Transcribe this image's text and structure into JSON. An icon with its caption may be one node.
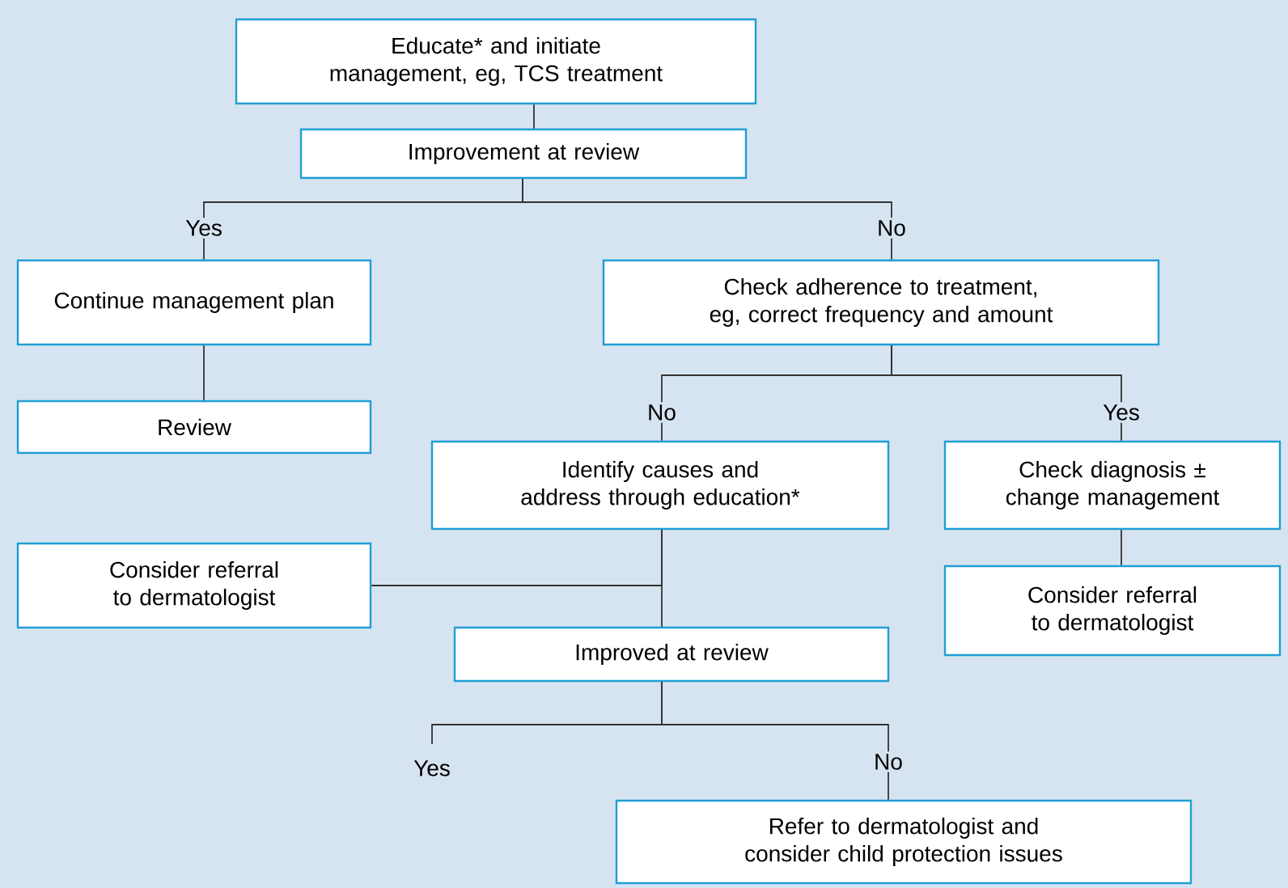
{
  "diagram": {
    "nodes": [
      {
        "text": [
          "Educate* and initiate management, eg, TCS treatment"
        ]
      },
      {
        "text": [
          "Improvement at review"
        ]
      },
      {
        "text": [
          "Continue management plan"
        ]
      },
      {
        "text": [
          "Review"
        ]
      },
      {
        "text": [
          "Check adherence to treatment, eg, correct frequency and amount"
        ]
      },
      {
        "text": [
          "Identify causes and address through education*"
        ]
      },
      {
        "text": [
          "Check diagnosis ± change management"
        ]
      },
      {
        "text": [
          "Consider referral to dermatologist"
        ]
      },
      {
        "text": [
          "Consider referral to dermatologist"
        ]
      },
      {
        "text": [
          "Improved at review"
        ]
      },
      {
        "text": [
          "Refer to dermatologist and consider child protection issues"
        ]
      }
    ],
    "edges": [
      {
        "from": 0,
        "to": 1,
        "arrow": "none"
      },
      {
        "from": 1,
        "to": 2,
        "arrow": "none",
        "label": "Yes"
      },
      {
        "from": 1,
        "to": 4,
        "arrow": "none",
        "label": "No"
      },
      {
        "from": 2,
        "to": 3,
        "arrow": "none"
      },
      {
        "from": 4,
        "to": 5,
        "arrow": "none",
        "label": "No"
      },
      {
        "from": 4,
        "to": 6,
        "arrow": "none",
        "label": "Yes"
      },
      {
        "from": 6,
        "to": 7,
        "arrow": "none"
      },
      {
        "from": 5,
        "to": 9,
        "arrow": "none"
      },
      {
        "from": 5,
        "to": 8,
        "arrow": "none"
      },
      {
        "from": 9,
        "to": null,
        "arrow": "none",
        "label": "Yes"
      },
      {
        "from": 9,
        "to": 10,
        "arrow": "none",
        "label": "No"
      }
    ]
  }
}
